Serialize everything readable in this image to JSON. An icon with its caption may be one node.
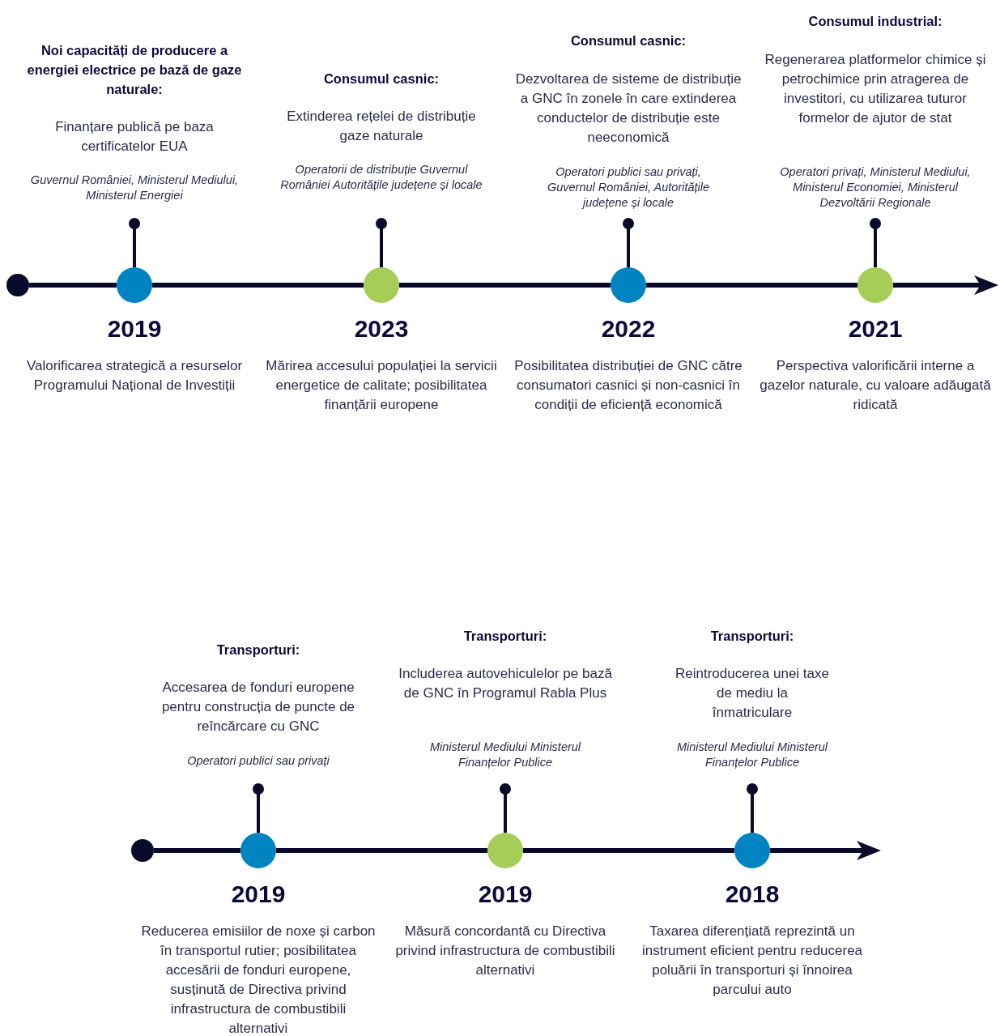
{
  "diagram": {
    "nodes": [
      {
        "text": [],
        "shape": "circle"
      },
      {
        "text": [],
        "shape": "circle",
        "beside": [
          "Noi capacități de producere a energiei electrice pe bază de gaze naturale:",
          "Finanțare publică pe baza certificatelor EUA",
          "Guvernul României, Ministerul Mediului, Ministerul Energiei",
          "2019",
          "Valorificarea strategică a resurselor Programului Național de Investiții"
        ]
      },
      {
        "text": [],
        "shape": "circle",
        "beside": [
          "Consumul casnic:",
          "Extinderea rețelei de distribuție gaze naturale",
          "Operatorii de distribuție Guvernul României Autoritățile județene și locale",
          "2023",
          "Mărirea accesului populației la servicii energetice de calitate; posibilitatea finanțării europene"
        ]
      },
      {
        "text": [],
        "shape": "circle",
        "beside": [
          "Consumul casnic:",
          "Dezvoltarea de sisteme de distribuție a GNC în zonele în care extinderea conductelor de distribuție este neeconomică",
          "Operatori publici sau privați, Guvernul României, Autoritățile județene și locale",
          "2022",
          "Posibilitatea distribuției de GNC către consumatori casnici și non-casnici în condiții de eficiență economică"
        ]
      },
      {
        "text": [],
        "shape": "circle",
        "beside": [
          "Consumul industrial:",
          "Regenerarea platformelor chimice și petrochimice prin atragerea de investitori, cu utilizarea tuturor formelor de ajutor de stat",
          "Operatori privați, Ministerul Mediului, Ministerul Economiei, Ministerul Dezvoltării Regionale",
          "2021",
          "Perspectiva valorificării interne a gazelor naturale, cu valoare adăugată ridicată"
        ]
      },
      {
        "text": [],
        "shape": "circle"
      },
      {
        "text": [],
        "shape": "circle",
        "beside": [
          "Transporturi:",
          "Accesarea de fonduri europene pentru construcția de puncte de reîncărcare cu GNC",
          "Operatori publici sau privați",
          "2019",
          "Reducerea emisiilor de noxe și carbon în transportul rutier; posibilitatea accesării de fonduri europene, susținută de Directiva privind infrastructura de combustibili alternativi"
        ]
      },
      {
        "text": [],
        "shape": "circle",
        "beside": [
          "Transporturi:",
          "Includerea autovehiculelor pe bază de GNC în Programul Rabla Plus",
          "Ministerul Mediului Ministerul Finanțelor Publice",
          "2019",
          "Măsură concordantă cu Directiva privind infrastructura de combustibili alternativi"
        ]
      },
      {
        "text": [],
        "shape": "circle",
        "beside": [
          "Transporturi:",
          "Reintroducerea unei taxe de mediu la înmatriculare",
          "Ministerul Mediului Ministerul Finanțelor Publice",
          "2018",
          "Taxarea diferențiată reprezintă un instrument eficient pentru reducerea poluării în transporturi și înnoirea parcului auto"
        ]
      }
    ],
    "edges": [
      {
        "from": 0,
        "to": 1,
        "arrow": "none"
      },
      {
        "from": 1,
        "to": 2,
        "arrow": "none"
      },
      {
        "from": 2,
        "to": 3,
        "arrow": "none"
      },
      {
        "from": 3,
        "to": 4,
        "arrow": "none"
      },
      {
        "from": 4,
        "to": null,
        "arrow": "to"
      },
      {
        "from": 5,
        "to": 6,
        "arrow": "none"
      },
      {
        "from": 6,
        "to": 7,
        "arrow": "none"
      },
      {
        "from": 7,
        "to": 8,
        "arrow": "none"
      },
      {
        "from": 8,
        "to": null,
        "arrow": "to"
      }
    ]
  }
}
